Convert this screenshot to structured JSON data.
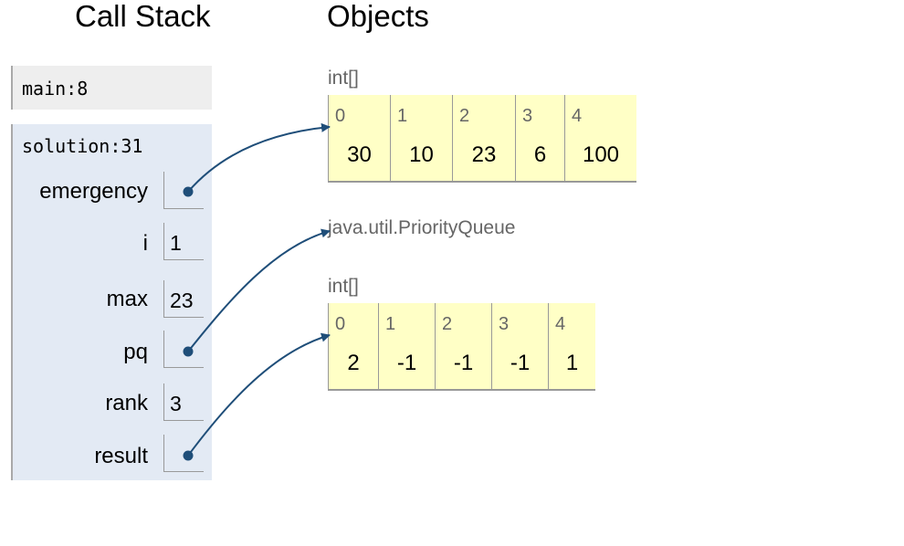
{
  "headings": {
    "call_stack": "Call Stack",
    "objects": "Objects"
  },
  "frames": {
    "main": {
      "name": "main:8"
    },
    "solution": {
      "name": "solution:31",
      "vars": [
        {
          "name": "emergency",
          "value": "",
          "is_pointer": true
        },
        {
          "name": "i",
          "value": "1",
          "is_pointer": false
        },
        {
          "name": "max",
          "value": "23",
          "is_pointer": false
        },
        {
          "name": "pq",
          "value": "",
          "is_pointer": true
        },
        {
          "name": "rank",
          "value": "3",
          "is_pointer": false
        },
        {
          "name": "result",
          "value": "",
          "is_pointer": true
        }
      ]
    }
  },
  "objects": {
    "array1": {
      "type": "int[]",
      "indices": [
        "0",
        "1",
        "2",
        "3",
        "4"
      ],
      "values": [
        "30",
        "10",
        "23",
        "6",
        "100"
      ]
    },
    "pq": {
      "type": "java.util.PriorityQueue"
    },
    "array2": {
      "type": "int[]",
      "indices": [
        "0",
        "1",
        "2",
        "3",
        "4"
      ],
      "values": [
        "2",
        "-1",
        "-1",
        "-1",
        "1"
      ]
    }
  },
  "colors": {
    "arrow": "#1f4e79",
    "array_bg": "#ffffc6",
    "frame_bg": "#e3eaf4",
    "main_frame_bg": "#eeeeee"
  }
}
